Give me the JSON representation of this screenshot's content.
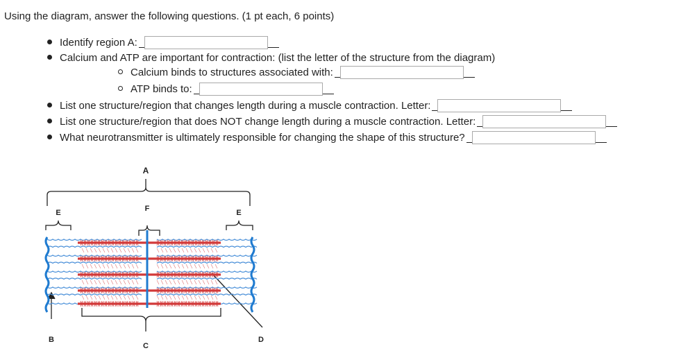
{
  "heading": "Using the diagram, answer the following questions. (1 pt each, 6 points)",
  "questions": {
    "q1": "Identify region A:",
    "intro": "Calcium and ATP are important for contraction: (list the letter of the structure from the diagram)",
    "q2": "Calcium binds to structures associated with:",
    "q3": "ATP binds to:",
    "q4": "List one structure/region that changes length during a muscle contraction. Letter:",
    "q5": "List one structure/region that does NOT change length during a muscle contraction. Letter:",
    "q6": "What neurotransmitter is ultimately responsible for changing the shape of this structure?"
  },
  "answers": {
    "a1": "",
    "a2": "",
    "a3": "",
    "a4": "",
    "a5": "",
    "a6": ""
  },
  "diagram": {
    "labels": {
      "A": "A",
      "B": "B",
      "C": "C",
      "D": "D",
      "E1": "E",
      "E2": "E",
      "F": "F"
    },
    "colors": {
      "thin": "#4a90d9",
      "thick": "#d23a3a",
      "zline": "#1f7bd0",
      "ink": "#222222"
    }
  }
}
